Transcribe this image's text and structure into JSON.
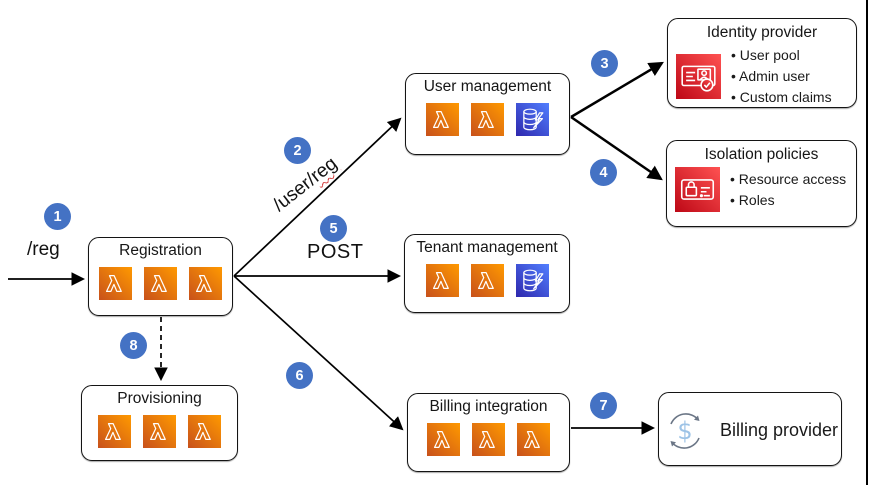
{
  "steps": [
    "1",
    "2",
    "3",
    "4",
    "5",
    "6",
    "7",
    "8"
  ],
  "edge_labels": {
    "reg": "/reg",
    "user_reg_prefix": "/user/",
    "user_reg_misspelled": "reg",
    "post": "POST"
  },
  "nodes": {
    "registration": {
      "title": "Registration",
      "icons": [
        "lambda-icon",
        "lambda-icon",
        "lambda-icon"
      ]
    },
    "user_management": {
      "title": "User management",
      "icons": [
        "lambda-icon",
        "lambda-icon",
        "dynamodb-icon"
      ]
    },
    "tenant_management": {
      "title": "Tenant management",
      "icons": [
        "lambda-icon",
        "lambda-icon",
        "dynamodb-icon"
      ]
    },
    "billing_integration": {
      "title": "Billing integration",
      "icons": [
        "lambda-icon",
        "lambda-icon",
        "lambda-icon"
      ]
    },
    "provisioning": {
      "title": "Provisioning",
      "icons": [
        "lambda-icon",
        "lambda-icon",
        "lambda-icon"
      ]
    },
    "identity_provider": {
      "title": "Identity provider",
      "icon": "cognito-id-card-icon",
      "bullets": [
        "User pool",
        "Admin user",
        "Custom claims"
      ]
    },
    "isolation_policies": {
      "title": "Isolation policies",
      "icon": "iam-lock-policy-icon",
      "bullets": [
        "Resource access",
        "Roles"
      ]
    },
    "billing_provider": {
      "title": "Billing provider",
      "icon": "dollar-cycle-icon"
    }
  },
  "colors": {
    "badge_blue": "#4472C4",
    "lambda_orange_dark": "#C8511B",
    "lambda_orange_light": "#FF9900",
    "dynamo_blue_dark": "#2E27AD",
    "dynamo_blue_light": "#527FFF",
    "security_red_dark": "#BD0816",
    "security_red_light": "#FF5252",
    "dollar_blue": "#9DC3E6",
    "arrow": "#000000",
    "squiggle_red": "#d23b3b"
  }
}
